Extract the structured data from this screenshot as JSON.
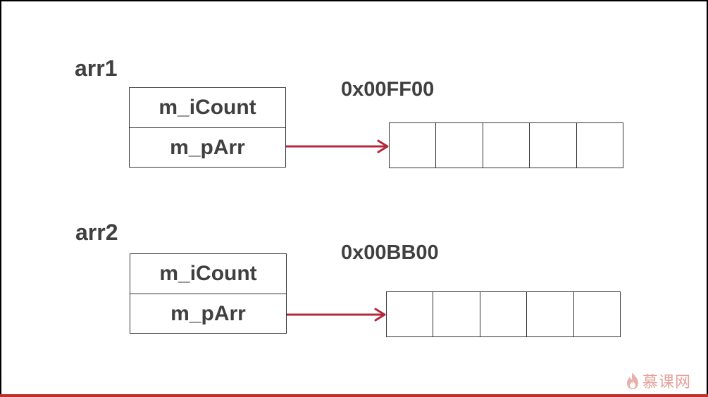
{
  "diagram": {
    "objects": [
      {
        "name": "arr1",
        "fields": [
          "m_iCount",
          "m_pArr"
        ],
        "address": "0x00FF00",
        "cell_count": 5
      },
      {
        "name": "arr2",
        "fields": [
          "m_iCount",
          "m_pArr"
        ],
        "address": "0x00BB00",
        "cell_count": 5
      }
    ],
    "arrow_color": "#b3283a",
    "text_color": "#404040"
  },
  "watermark": {
    "icon": "flame-icon",
    "text": "慕课网",
    "color": "#e2a39c"
  },
  "accent_bar_color": "#c0312e"
}
